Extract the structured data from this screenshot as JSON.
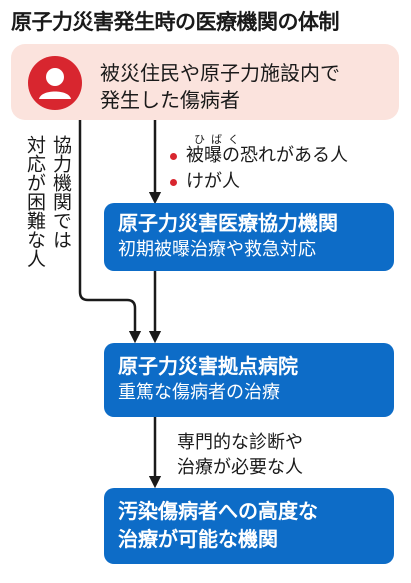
{
  "title": "原子力災害発生時の医療機関の体制",
  "patients": {
    "line1": "被災住民や原子力施設内で",
    "line2": "発生した傷病者"
  },
  "side_note": {
    "col1": "協力機関では",
    "col2": "対応が困難な人"
  },
  "conditions": {
    "ruby": "ひばく",
    "item1": "被曝の恐れがある人",
    "item2": "けが人"
  },
  "box1": {
    "title": "原子力災害医療協力機関",
    "sub": "初期被曝治療や救急対応"
  },
  "box2": {
    "title": "原子力災害拠点病院",
    "sub": "重篤な傷病者の治療"
  },
  "middle_note": {
    "line1": "専門的な診断や",
    "line2": "治療が必要な人"
  },
  "box3": {
    "line1": "汚染傷病者への高度な",
    "line2": "治療が可能な機関"
  },
  "colors": {
    "box_blue": "#0d6cc7",
    "top_box_pink": "#fbe3dd",
    "avatar_red": "#d8262f",
    "bullet_red": "#d8262f"
  }
}
